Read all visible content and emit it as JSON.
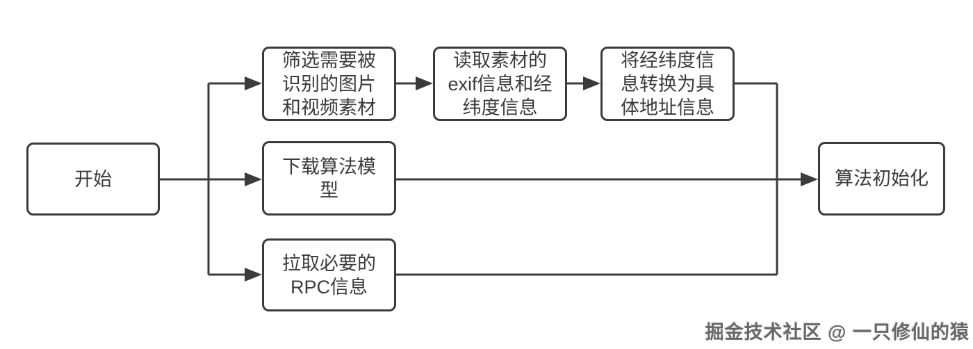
{
  "colors": {
    "line": "#3b3b3b",
    "text": "#3b3b3b",
    "background": "#ffffff",
    "watermark": "#686868"
  },
  "diagram": {
    "type": "flowchart",
    "nodes": {
      "start": {
        "label": "开始"
      },
      "filter_media": {
        "label": "筛选需要被识别的图片和视频素材"
      },
      "read_exif": {
        "label": "读取素材的exif信息和经纬度信息"
      },
      "convert_addr": {
        "label": "将经纬度信息转换为具体地址信息"
      },
      "download_model": {
        "label": "下载算法模型"
      },
      "pull_rpc": {
        "label": "拉取必要的RPC信息"
      },
      "algo_init": {
        "label": "算法初始化"
      }
    },
    "edges": [
      {
        "from": "start",
        "to": "filter_media"
      },
      {
        "from": "start",
        "to": "download_model"
      },
      {
        "from": "start",
        "to": "pull_rpc"
      },
      {
        "from": "filter_media",
        "to": "read_exif"
      },
      {
        "from": "read_exif",
        "to": "convert_addr"
      },
      {
        "from": "convert_addr",
        "to": "algo_init"
      },
      {
        "from": "download_model",
        "to": "algo_init"
      },
      {
        "from": "pull_rpc",
        "to": "algo_init"
      }
    ]
  },
  "watermark": {
    "text": "掘金技术社区 @ 一只修仙的猿"
  }
}
